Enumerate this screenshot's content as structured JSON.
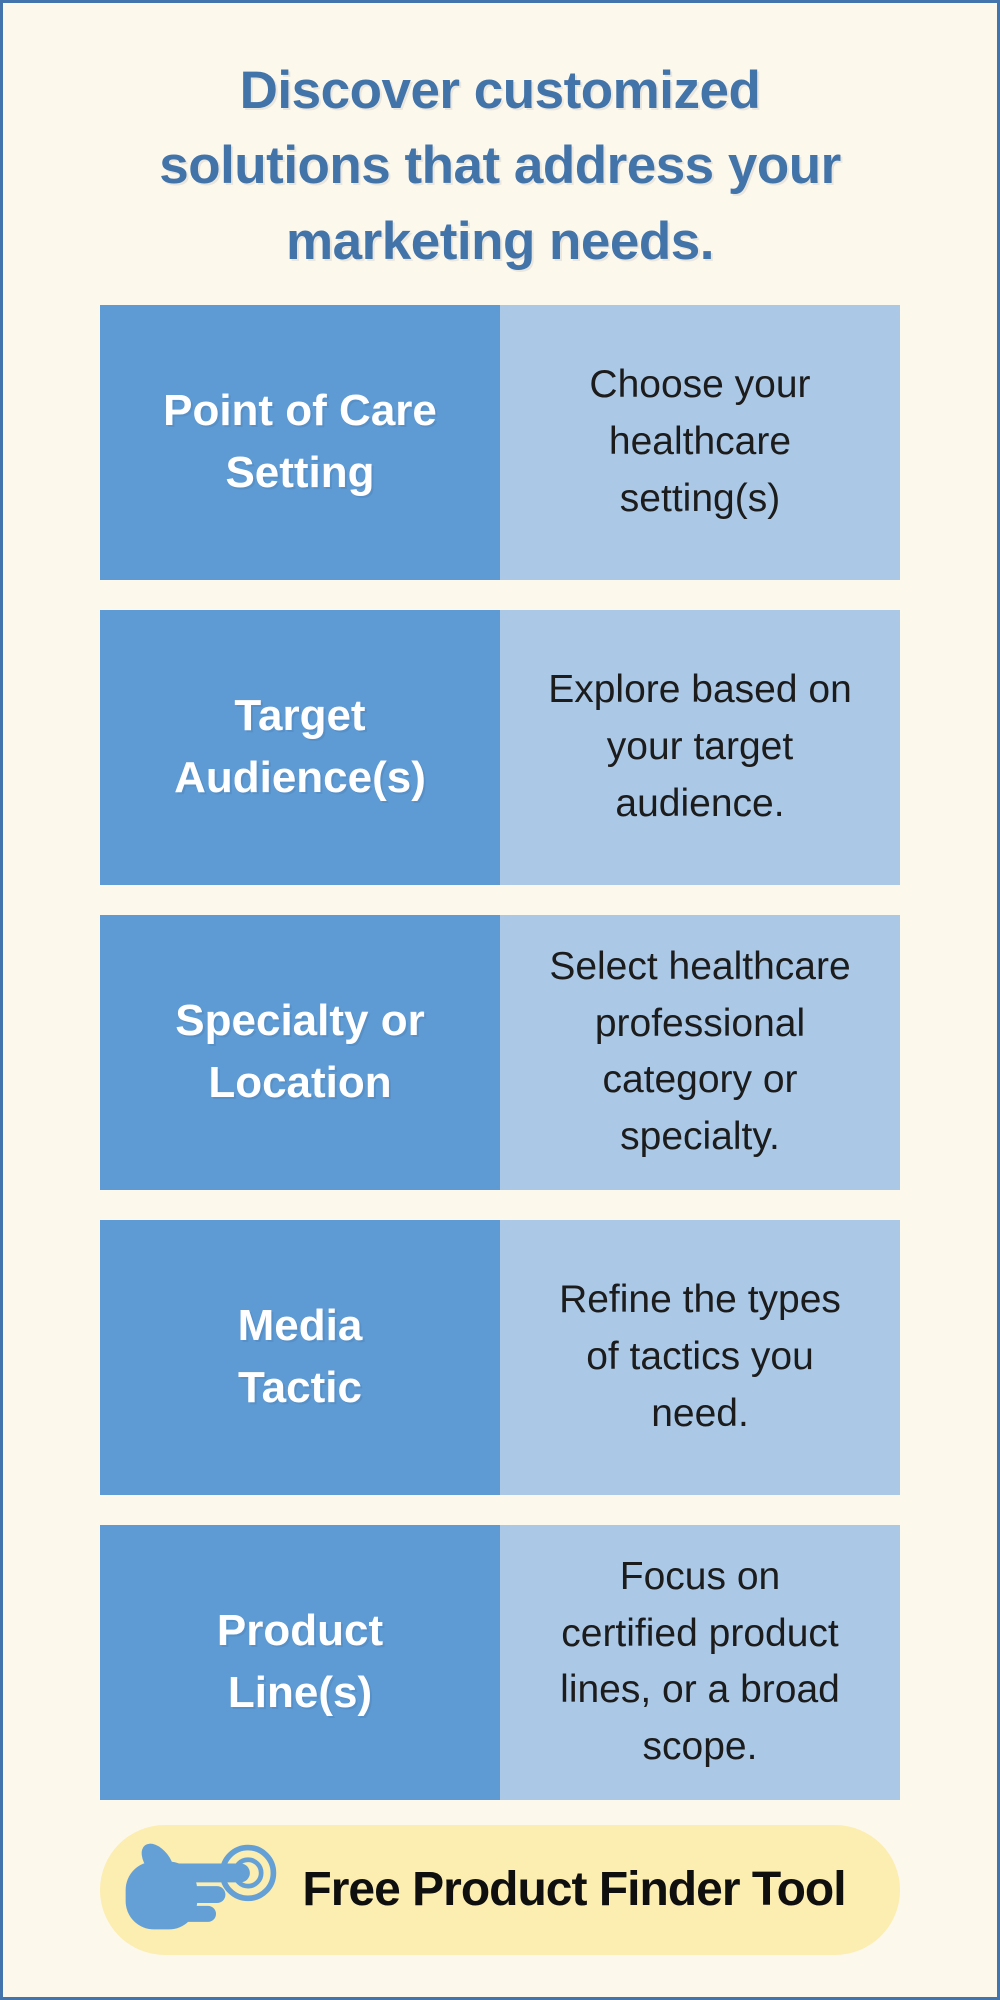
{
  "page": {
    "title": "Discover customized\nsolutions that address your\nmarketing needs."
  },
  "table": {
    "rows": [
      {
        "heading": "Point of Care\nSetting",
        "description": "Choose your\nhealthcare\nsetting(s)"
      },
      {
        "heading": "Target\nAudience(s)",
        "description": "Explore based on\nyour target\naudience."
      },
      {
        "heading": "Specialty or\nLocation",
        "description": "Select healthcare\nprofessional\ncategory or\nspecialty."
      },
      {
        "heading": "Media\nTactic",
        "description": "Refine the types\nof tactics you\nneed."
      },
      {
        "heading": "Product\nLine(s)",
        "description": "Focus on\ncertified product\nlines, or a broad\nscope."
      }
    ]
  },
  "cta": {
    "label": "Free Product Finder Tool",
    "icon": "pointing-hand-press-icon"
  },
  "colors": {
    "background_cream": "#fdf8ec",
    "border_blue": "#4374ab",
    "title_blue": "#4273a9",
    "heading_cell_blue": "#5e9ad3",
    "description_cell_blue": "#abc9e7",
    "cta_yellow": "#fcedb0",
    "hand_icon_blue": "#64a0d6",
    "heading_text": "#ffffff",
    "description_text": "#1c1c1c",
    "cta_text": "#0f0f0f"
  }
}
